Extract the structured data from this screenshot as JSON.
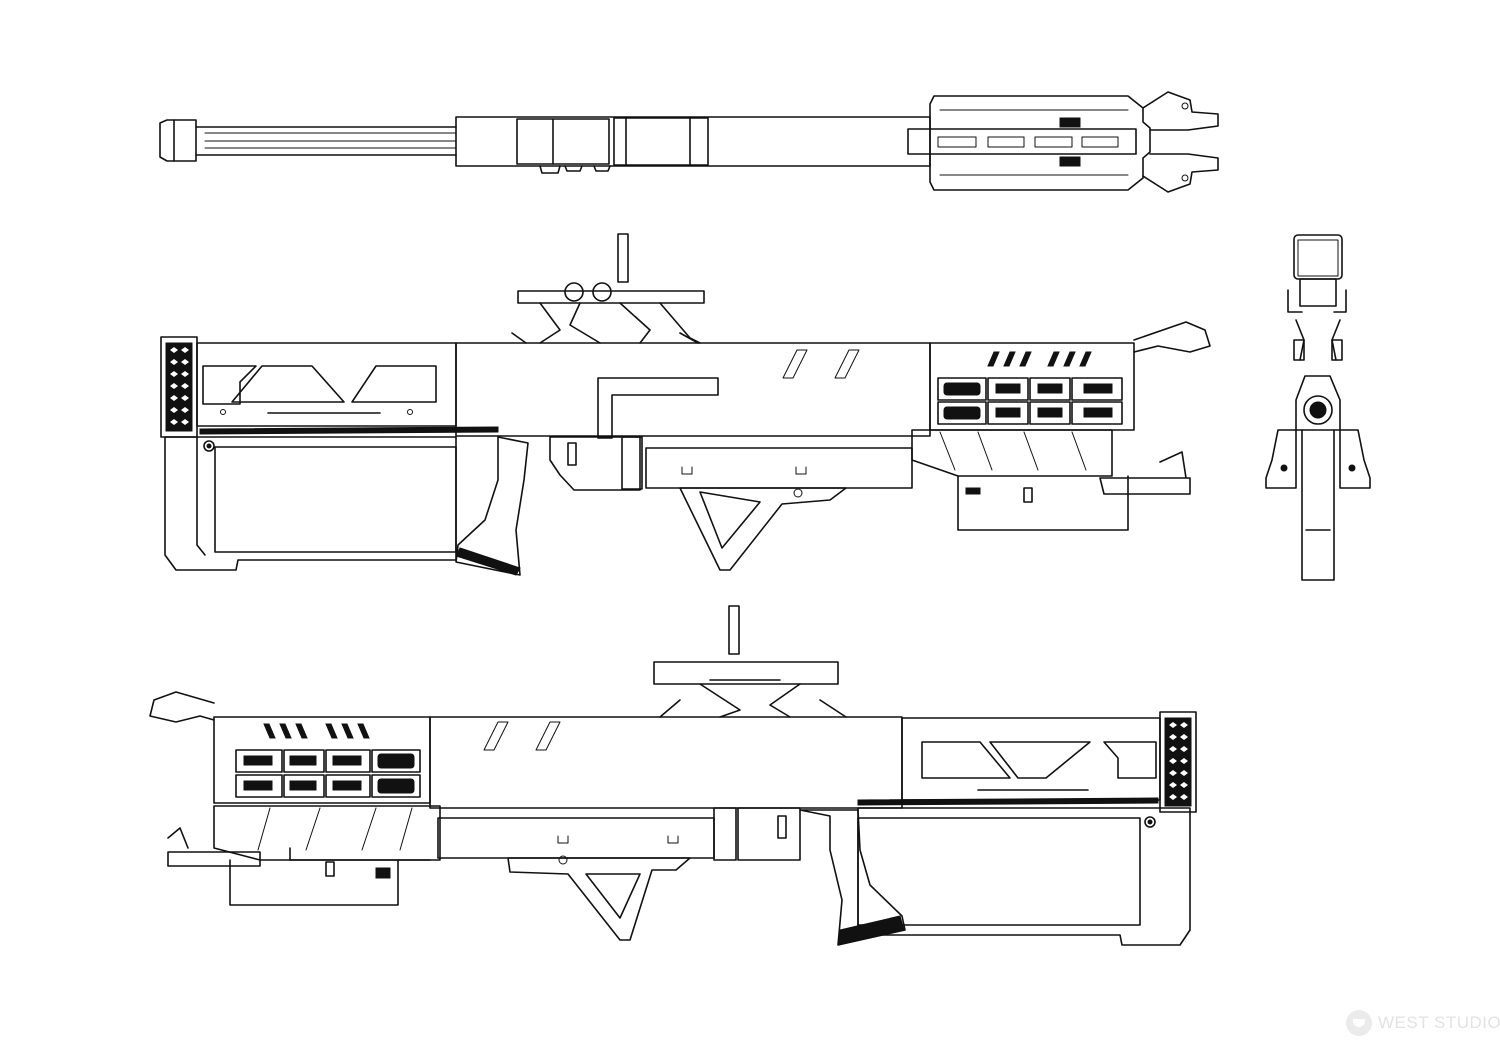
{
  "watermark": {
    "text": "WEST STUDIO",
    "icon": "studio-logo-icon"
  },
  "views": [
    "top-view",
    "left-side-view",
    "front-view",
    "right-side-view"
  ],
  "colors": {
    "line": "#111111",
    "background": "#ffffff",
    "watermark": "#e2e2e2"
  }
}
